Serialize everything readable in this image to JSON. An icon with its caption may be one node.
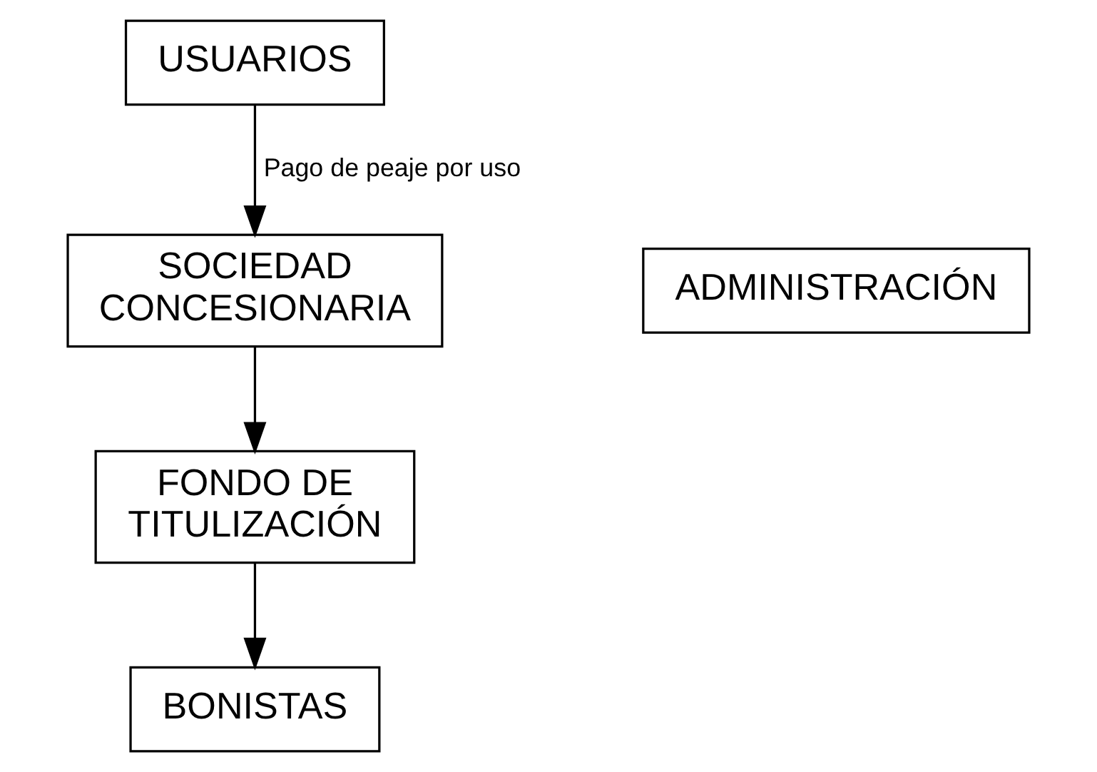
{
  "diagram": {
    "nodes": [
      {
        "text": [
          "USUARIOS"
        ]
      },
      {
        "text": [
          "ADMINISTRACIÓN"
        ]
      },
      {
        "text": [
          "SOCIEDAD CONCESIONARIA"
        ]
      },
      {
        "text": [
          "FONDO DE TITULIZACIÓN"
        ]
      },
      {
        "text": [
          "BONISTAS"
        ]
      }
    ],
    "edges": [
      {
        "from": 0,
        "to": 2,
        "arrow": "to",
        "label": "Pago de peaje por uso"
      },
      {
        "from": 2,
        "to": 3,
        "arrow": "to"
      },
      {
        "from": 3,
        "to": 4,
        "arrow": "to"
      }
    ]
  }
}
